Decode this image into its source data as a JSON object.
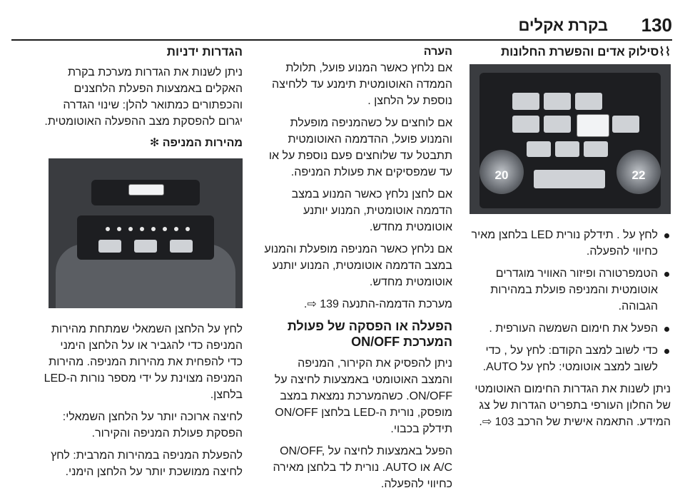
{
  "header": {
    "page_number": "130",
    "title": "בקרת אקלים"
  },
  "col1": {
    "heading": "סילוק אדים והפשרת החלונות",
    "bullets": [
      "לחץ על ‎. תידלק נורית LED בלחצן מאיר כחיווי להפעלה.",
      "הטמפרטורה ופיזור האוויר מוגדרים אוטומטית והמניפה פועלת במהירות הגבוהה.",
      "הפעל את חימום השמשה העורפית .",
      "כדי לשוב למצב הקודם: לחץ על ‎, כדי לשוב למצב אוטומטי: לחץ על AUTO."
    ],
    "para": "ניתן לשנות את הגדרות החימום האוטומטי של החלון העורפי בתפריט הגדרות של צג המידע. התאמה אישית של הרכב 103 ⇨."
  },
  "col2": {
    "note_title": "הערה",
    "note_paras": [
      "אם נלחץ כאשר המנוע פועל, תלולת הממדה האוטומטית תימנע עד ללחיצה נוספת על הלחצן .",
      "אם לוחצים על כשהמניפה מופעלת והמנוע פועל, ההדממה האוטומטית תתבטל עד שלוחצים פעם נוספת על או עד שמפסיקים את פעולת המניפה.",
      "אם לחצן נלחץ כאשר המנוע במצב הדממה אוטומטית, המנוע יותנע אוטומטית מחדש.",
      "אם נלחץ כאשר המניפה מופעלת והמנוע במצב הדממה אוטומטית, המנוע יותנע אוטומטית מחדש.",
      "מערכת הדממה-התנעה 139 ⇨."
    ],
    "heading2": "הפעלה או הפסקה של פעולת המערכת ON/OFF",
    "paras": [
      "ניתן להפסיק את הקירור, המניפה והמצב האוטומטי באמצעות לחיצה על ON/OFF. כשהמערכת נמצאת במצב מופסק, נורית ה-LED בלחצן ON/OFF תידלק בכבוי.",
      "הפעל באמצעות לחיצה על ON/OFF, A/C או AUTO. נורית לד בלחצן מאירה כחיווי להפעלה."
    ]
  },
  "col3": {
    "heading": "הגדרות ידניות",
    "para1": "ניתן לשנות את הגדרות מערכת בקרת האקלים באמצעות הפעלת הלחצנים והכפתורים כמתואר להלן: שינוי הגדרה יגרום להפסקת מצב ההפעלה האוטומטית.",
    "subheading": "מהירות המניפה",
    "paras": [
      "לחץ על הלחצן השמאלי שמתחת מהירות המניפה כדי להגביר או על הלחצן הימני כדי להפחית את מהירות המניפה. מהירות המניפה מצוינת על ידי מספר נורות ה-LED בלחצן.",
      "לחיצה ארוכה יותר על הלחצן השמאלי: הפסקת פעולת המניפה והקירור.",
      "להפעלת המניפה במהירות המרבית: לחץ לחיצה ממושכת יותר על הלחצן הימני."
    ]
  },
  "figure1": {
    "left_temp": "20",
    "right_temp": "22"
  },
  "icons": {
    "defrost": "windshield-defrost-icon",
    "rear_defrost": "rear-window-heating-icon",
    "fan": "fan-icon",
    "arrow": "arrow-reference-icon"
  }
}
